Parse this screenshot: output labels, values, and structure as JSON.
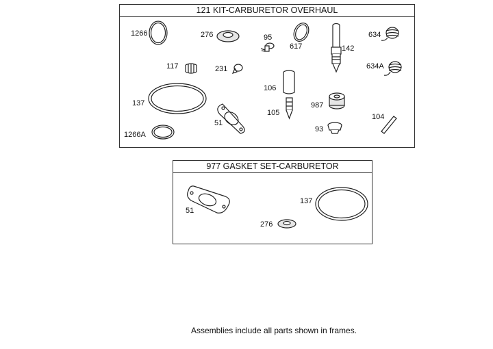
{
  "kit_frame": {
    "title": "121 KIT-CARBURETOR OVERHAUL",
    "labels": {
      "p1266": "1266",
      "p276": "276",
      "p95": "95",
      "p617": "617",
      "p142": "142",
      "p634": "634",
      "p634a": "634A",
      "p117": "117",
      "p231": "231",
      "p137": "137",
      "p106": "106",
      "p987": "987",
      "p105": "105",
      "p104": "104",
      "p51": "51",
      "p93": "93",
      "p1266a": "1266A"
    }
  },
  "gasket_frame": {
    "title": "977 GASKET SET-CARBURETOR",
    "labels": {
      "p51": "51",
      "p137": "137",
      "p276": "276"
    }
  },
  "footnote": "Assemblies include all parts shown in frames."
}
